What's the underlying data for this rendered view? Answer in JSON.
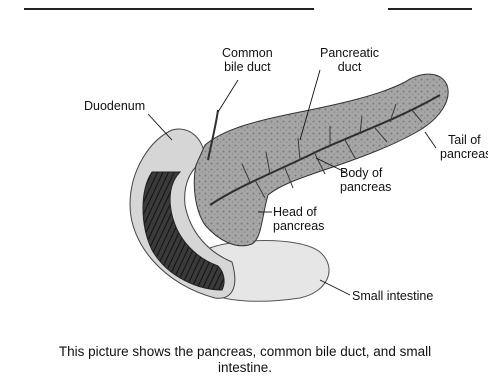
{
  "labels": {
    "common_bile_duct": [
      "Common",
      "bile duct"
    ],
    "pancreatic_duct": [
      "Pancreatic",
      "duct"
    ],
    "duodenum": "Duodenum",
    "tail": [
      "Tail of",
      "pancreas"
    ],
    "body": [
      "Body of",
      "pancreas"
    ],
    "head": [
      "Head of",
      "pancreas"
    ],
    "small_intestine": "Small intestine"
  },
  "caption": [
    "This picture shows the pancreas, common bile duct, and small",
    "intestine."
  ],
  "colors": {
    "pancreas": "#9a9a9a",
    "duodenum_wall": "#d8d8d8",
    "duodenum_lumen": "#2a2a2a",
    "intestine": "#e4e4e4",
    "ducts": "#3a3a3a"
  }
}
